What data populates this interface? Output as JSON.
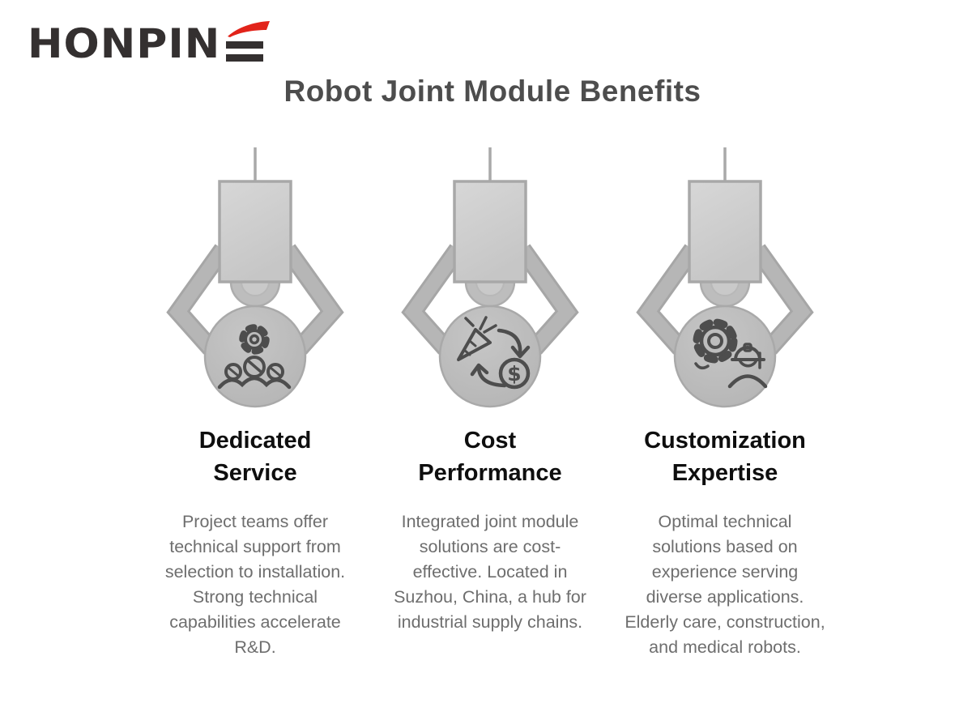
{
  "brand": {
    "name": "HONPINE",
    "display_prefix": "HONPIN",
    "accent_color": "#e2231a",
    "text_color": "#343030"
  },
  "page_title": "Robot Joint Module Benefits",
  "benefits": [
    {
      "icon": "gear-team-icon",
      "title": "Dedicated Service",
      "description": "Project teams offer technical support from selection to installation. Strong technical capabilities accelerate R&D."
    },
    {
      "icon": "carrot-dollar-exchange-icon",
      "title": "Cost Performance",
      "description": "Integrated joint module solutions are cost-effective. Located in Suzhou, China, a hub for industrial supply chains.",
      "dollar_glyph": "$"
    },
    {
      "icon": "gear-engineer-icon",
      "title": "Customization Expertise",
      "description": "Optimal technical solutions based on experience serving diverse applications. Elderly care, construction, and medical robots."
    }
  ],
  "colors": {
    "background": "#ffffff",
    "title_text": "#4d4d4d",
    "heading_text": "#0e0e0e",
    "body_text": "#6e6e6e",
    "claw_rect_fill": "#cdcdcd",
    "claw_arm_fill": "#b6b6b6",
    "claw_outline": "#a8a8a8",
    "circle_fill": "#bbbbbb",
    "icon_stroke": "#4d4d4d"
  }
}
